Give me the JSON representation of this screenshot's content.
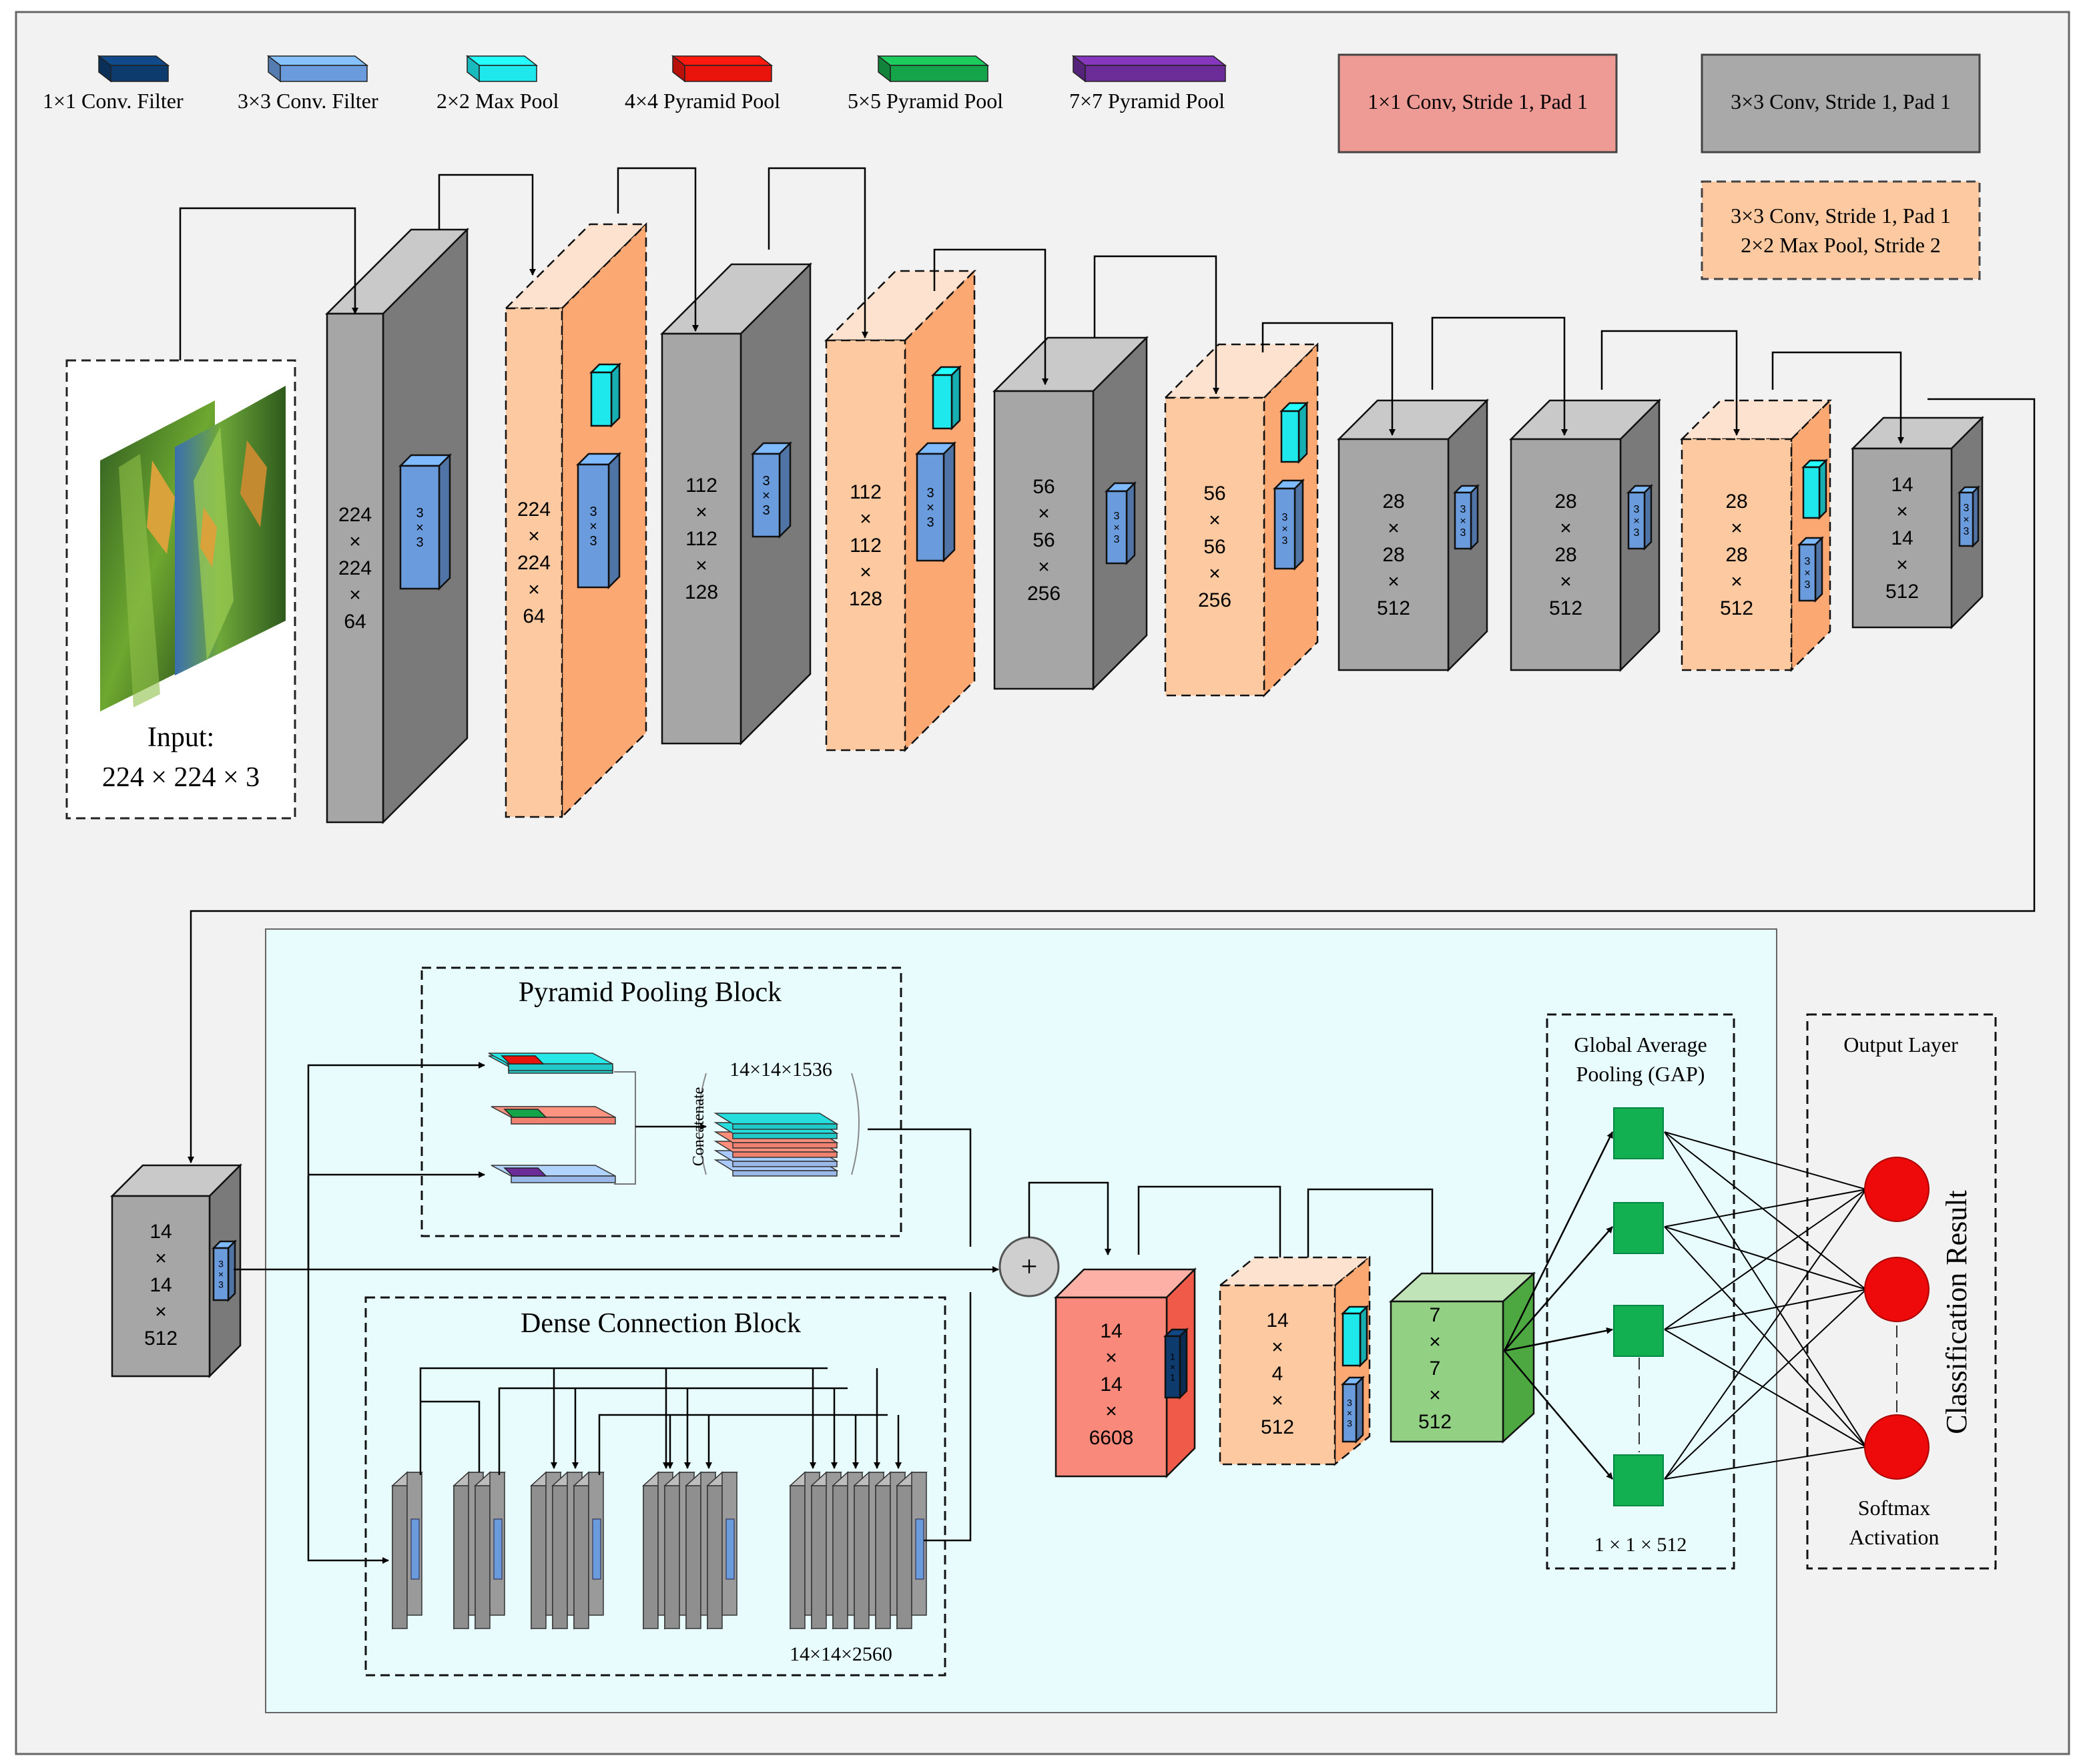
{
  "legend": {
    "items": [
      {
        "label": "1×1 Conv. Filter",
        "color": "#0d3b6e"
      },
      {
        "label": "3×3 Conv. Filter",
        "color": "#6a9bdc"
      },
      {
        "label": "2×2 Max Pool",
        "color": "#1ee8ec"
      },
      {
        "label": "4×4 Pyramid Pool",
        "color": "#e8140c"
      },
      {
        "label": "5×5 Pyramid Pool",
        "color": "#16a44a"
      },
      {
        "label": "7×7 Pyramid Pool",
        "color": "#6b2c98"
      }
    ],
    "boxes": [
      {
        "text": "1×1 Conv, Stride 1, Pad 1",
        "color": "#ee9a95"
      },
      {
        "text": "3×3 Conv, Stride 1, Pad 1",
        "color": "#a9a9a9"
      },
      {
        "line1": "3×3 Conv, Stride 1, Pad 1",
        "line2": "2×2 Max Pool, Stride 2",
        "color": "#fcc9a0"
      }
    ]
  },
  "input": {
    "label": "Input:",
    "size": "224 × 224 × 3"
  },
  "filter_label": [
    "3",
    "×",
    "3"
  ],
  "filter_label_1x1": [
    "1",
    "×",
    "1"
  ],
  "top_blocks": [
    {
      "dims": [
        "224",
        "×",
        "224",
        "×",
        "64"
      ],
      "type": "conv"
    },
    {
      "dims": [
        "224",
        "×",
        "224",
        "×",
        "64"
      ],
      "type": "convpool"
    },
    {
      "dims": [
        "112",
        "×",
        "112",
        "×",
        "128"
      ],
      "type": "conv"
    },
    {
      "dims": [
        "112",
        "×",
        "112",
        "×",
        "128"
      ],
      "type": "convpool"
    },
    {
      "dims": [
        "56",
        "×",
        "56",
        "×",
        "256"
      ],
      "type": "conv"
    },
    {
      "dims": [
        "56",
        "×",
        "56",
        "×",
        "256"
      ],
      "type": "convpool"
    },
    {
      "dims": [
        "28",
        "×",
        "28",
        "×",
        "512"
      ],
      "type": "conv"
    },
    {
      "dims": [
        "28",
        "×",
        "28",
        "×",
        "512"
      ],
      "type": "conv"
    },
    {
      "dims": [
        "28",
        "×",
        "28",
        "×",
        "512"
      ],
      "type": "convpool"
    },
    {
      "dims": [
        "14",
        "×",
        "14",
        "×",
        "512"
      ],
      "type": "conv"
    }
  ],
  "bottom": {
    "input_block": [
      "14",
      "×",
      "14",
      "×",
      "512"
    ],
    "pyramid": {
      "title": "Pyramid Pooling Block",
      "concat_label": "Concatenate",
      "output": "14×14×1536"
    },
    "dense": {
      "title": "Dense Connection Block",
      "output": "14×14×2560"
    },
    "plus": "+",
    "red_block": [
      "14",
      "×",
      "14",
      "×",
      "6608"
    ],
    "orange_block": [
      "14",
      "×",
      "4",
      "×",
      "512"
    ],
    "green_block": [
      "7",
      "×",
      "7",
      "×",
      "512"
    ],
    "gap": {
      "title_line1": "Global Average",
      "title_line2": "Pooling (GAP)",
      "size": "1 × 1 × 512"
    },
    "output": {
      "title": "Output Layer",
      "activation_line1": "Softmax",
      "activation_line2": "Activation",
      "result": "Classification Result"
    }
  }
}
